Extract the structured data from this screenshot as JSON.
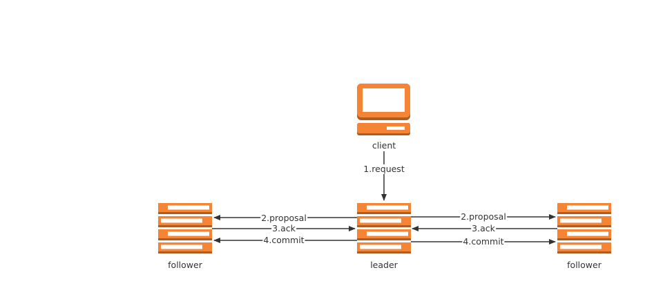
{
  "nodes": {
    "client": {
      "label": "client",
      "icon": "computer-icon"
    },
    "leader": {
      "label": "leader",
      "icon": "server-icon"
    },
    "follower_left": {
      "label": "follower",
      "icon": "server-icon"
    },
    "follower_right": {
      "label": "follower",
      "icon": "server-icon"
    }
  },
  "edges": {
    "request": "1.request",
    "proposal_left": "2.proposal",
    "ack_left": "3.ack",
    "commit_left": "4.commit",
    "proposal_right": "2.proposal",
    "ack_right": "3.ack",
    "commit_right": "4.commit"
  },
  "colors": {
    "icon_orange": "#f58534",
    "icon_dark": "#b35a1f",
    "line": "#333333"
  }
}
